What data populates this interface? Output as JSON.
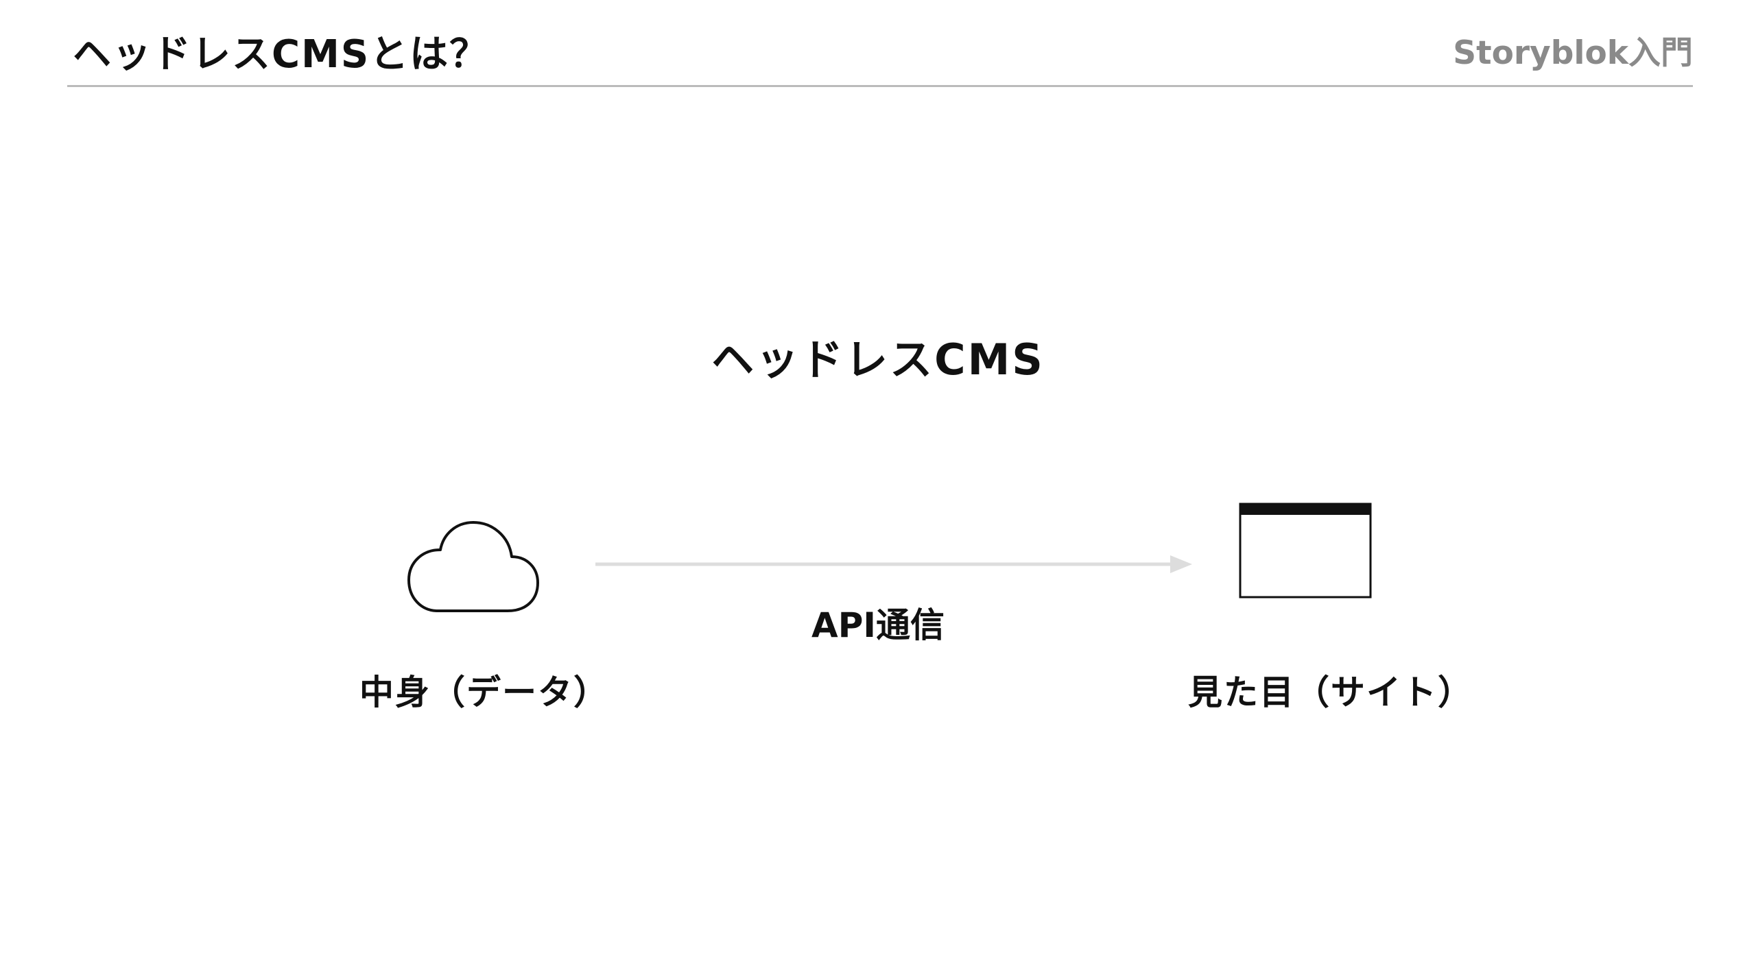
{
  "header": {
    "title": "ヘッドレスCMSとは？",
    "brand": "Storyblok入門"
  },
  "diagram": {
    "heading": "ヘッドレスCMS",
    "source_node": {
      "label": "中身（データ）",
      "icon": "cloud-icon"
    },
    "target_node": {
      "label": "見た目（サイト）",
      "icon": "browser-window-icon"
    },
    "edge": {
      "label": "API通信",
      "direction": "source-to-target",
      "icon": "arrow-right-icon"
    }
  },
  "colors": {
    "text": "#111111",
    "brand": "#8a8a8a",
    "rule": "#bbbbbb",
    "arrow": "#dddddd"
  }
}
